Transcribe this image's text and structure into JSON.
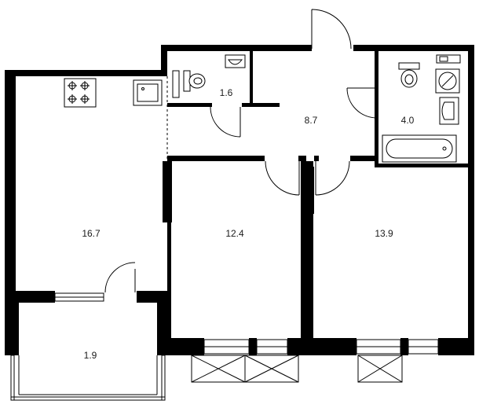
{
  "rooms": [
    {
      "id": "wc",
      "area": "1.6"
    },
    {
      "id": "hall",
      "area": "8.7"
    },
    {
      "id": "bath",
      "area": "4.0"
    },
    {
      "id": "kitchen_living",
      "area": "16.7"
    },
    {
      "id": "bedroom1",
      "area": "12.4"
    },
    {
      "id": "bedroom2",
      "area": "13.9"
    },
    {
      "id": "balcony",
      "area": "1.9"
    }
  ]
}
